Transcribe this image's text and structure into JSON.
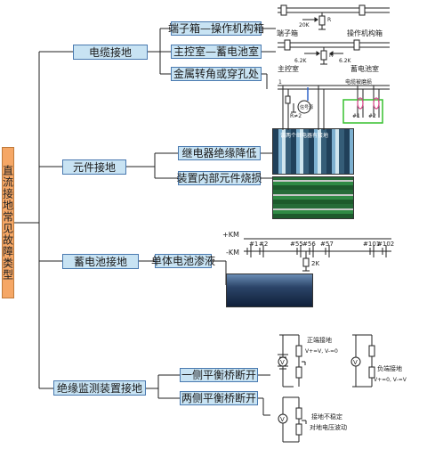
{
  "root": {
    "title": "直流接地常见故障类型"
  },
  "categories": [
    {
      "label": "电缆接地"
    },
    {
      "label": "元件接地"
    },
    {
      "label": "蓄电池接地"
    },
    {
      "label": "绝缘监测装置接地"
    }
  ],
  "subitems": {
    "cable": [
      "端子箱—操作机构箱",
      "主控室—蓄电池室",
      "金属转角或穿孔处"
    ],
    "component": [
      "继电器绝缘降低",
      "装置内部元件烧损"
    ],
    "battery": [
      "单体电池渗液"
    ],
    "insulation": [
      "一侧平衡桥断开",
      "两侧平衡桥断开"
    ]
  },
  "diagrams": {
    "terminal": {
      "left_label": "端子箱",
      "right_label": "操作机构箱",
      "resistor": "R",
      "value": "20K"
    },
    "control": {
      "left_label": "主控室",
      "right_label": "蓄电池室",
      "resistor": "R",
      "left_value": "6.2K",
      "right_value": "6.2K"
    },
    "corner": {
      "damaged_label": "电缆被磨损",
      "meter_label": "信号源",
      "resistor_label": "R≠2",
      "ct1": "#1",
      "ct2": "#2",
      "terminal_mark": "1"
    },
    "photo_caption": "该两个继电器有接地",
    "battery": {
      "pos_label": "+KM",
      "neg_label": "-KM",
      "cells": [
        "#1",
        "#2",
        "#55",
        "#56",
        "#57",
        "#101",
        "#102"
      ],
      "resistor_value": "2K"
    },
    "monitor": {
      "meter": "V",
      "pos_ground_title": "正端接地",
      "pos_ground_formula": "V+=V, V-=0",
      "neg_ground_title": "负端接地",
      "neg_ground_formula": "V+=0, V-=V",
      "unstable_line1": "接地不稳定",
      "unstable_line2": "对地电压波动"
    }
  }
}
